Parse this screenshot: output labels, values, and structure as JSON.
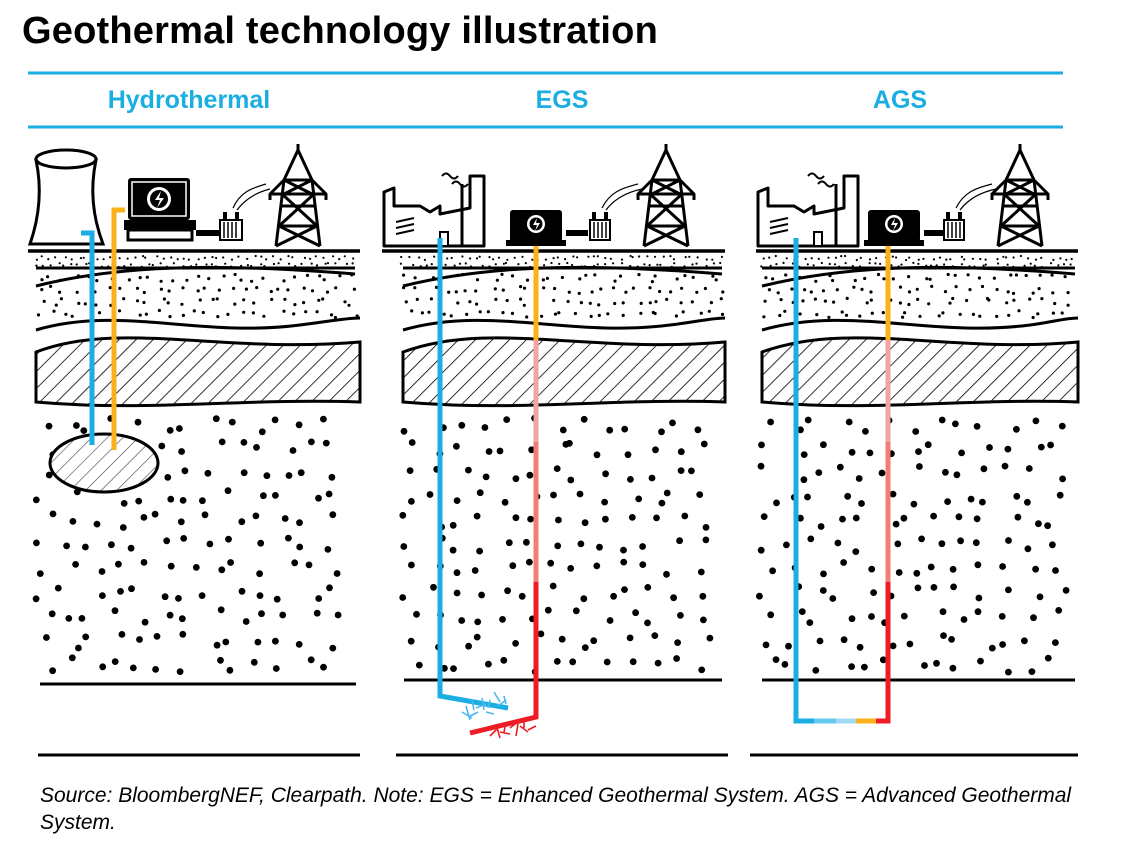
{
  "title": "Geothermal technology illustration",
  "panels": [
    {
      "id": "hydro",
      "label": "Hydrothermal"
    },
    {
      "id": "egs",
      "label": "EGS"
    },
    {
      "id": "ags",
      "label": "AGS"
    }
  ],
  "source_note": "Source: BloombergNEF, Clearpath. Note: EGS = Enhanced Geothermal System. AGS = Advanced Geothermal System.",
  "colors": {
    "accent": "#1aaee3",
    "cold_pipe": "#1aaee3",
    "hot_pipe_orange": "#f9b21a",
    "pipe_pink": "#f5a3a1",
    "pipe_salmon": "#f07d76",
    "pipe_red": "#ee1c25",
    "pipe_light_blue": "#9fd9f3",
    "fracture_blue": "#4db8ee",
    "fracture_red": "#ee1c25"
  },
  "icons": [
    "cooling-tower-icon",
    "generator-icon",
    "transformer-icon",
    "power-pylon-icon",
    "power-plant-icon",
    "fracture-icon"
  ]
}
